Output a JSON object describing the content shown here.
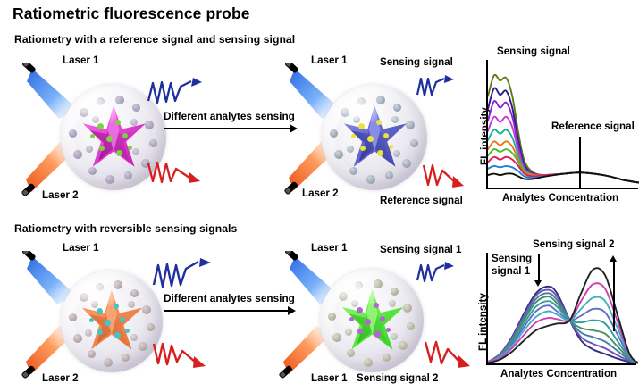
{
  "figure": {
    "title": "Ratiometric fluorescence probe",
    "row1_heading": "Ratiometry with a reference signal and sensing signal",
    "row2_heading": "Ratiometry with reversible sensing signals"
  },
  "row1": {
    "left_probe": {
      "laser1": "Laser 1",
      "laser2": "Laser 2",
      "core_color": "#d62bc8",
      "dot_color": "#7cd13f",
      "shell_dot_color": "#9a92ae"
    },
    "arrow_label": "Different analytes sensing",
    "right_probe": {
      "laser1": "Laser 1",
      "laser2": "Laser 2",
      "core_color": "#5c5fd0",
      "dot_color": "#e8e23c",
      "shell_dot_color": "#8e99ab",
      "signal_top": "Sensing signal",
      "signal_bottom": "Reference signal"
    },
    "waves": {
      "top_color": "#1f2f9e",
      "bottom_color": "#d81f1f"
    }
  },
  "row2": {
    "left_probe": {
      "laser1": "Laser 1",
      "laser2": "Laser 2",
      "core_color": "#f2884f",
      "dot_color": "#3fc6c6",
      "shell_dot_color": "#a79c9c"
    },
    "arrow_label": "Different analytes sensing",
    "right_probe": {
      "laser1": "Laser 1",
      "laser2": "Laser 1",
      "core_color": "#4ee83a",
      "dot_color": "#b464d6",
      "shell_dot_color": "#a8a89a",
      "signal_top": "Sensing signal 1",
      "signal_bottom": "Sensing signal 2"
    },
    "waves": {
      "top_color": "#1f2f9e",
      "bottom_color": "#d81f1f"
    }
  },
  "chart_data": [
    {
      "type": "line",
      "id": "chart-row1",
      "title": "",
      "xlabel": "Analytes Concentration",
      "ylabel": "FL intensity",
      "annotations": [
        {
          "text": "Sensing signal",
          "x": 0.12,
          "y": 0.98
        },
        {
          "text": "Reference signal",
          "x": 0.6,
          "y": 0.4
        }
      ],
      "reference_marker": {
        "x": 0.6,
        "y_from": 0.02,
        "y_to": 0.3
      },
      "grid": false,
      "legend": "none",
      "xlim": [
        0,
        1
      ],
      "ylim": [
        0,
        1
      ],
      "x": [
        0.0,
        0.04,
        0.08,
        0.12,
        0.16,
        0.2,
        0.24,
        0.3,
        0.38,
        0.5,
        0.6,
        0.7,
        0.8,
        0.9,
        1.0
      ],
      "series": [
        {
          "name": "curve-1",
          "color": "#5d7a12",
          "values": [
            0.72,
            0.88,
            0.84,
            0.86,
            0.72,
            0.44,
            0.22,
            0.13,
            0.11,
            0.12,
            0.13,
            0.12,
            0.1,
            0.07,
            0.05
          ]
        },
        {
          "name": "curve-2",
          "color": "#2a1d8c",
          "values": [
            0.62,
            0.78,
            0.73,
            0.76,
            0.63,
            0.38,
            0.19,
            0.12,
            0.11,
            0.12,
            0.13,
            0.12,
            0.1,
            0.07,
            0.05
          ]
        },
        {
          "name": "curve-3",
          "color": "#8d1fd6",
          "values": [
            0.53,
            0.68,
            0.63,
            0.67,
            0.56,
            0.34,
            0.17,
            0.12,
            0.11,
            0.12,
            0.13,
            0.12,
            0.1,
            0.07,
            0.05
          ]
        },
        {
          "name": "curve-4",
          "color": "#c13ad8",
          "values": [
            0.45,
            0.56,
            0.52,
            0.56,
            0.48,
            0.3,
            0.16,
            0.11,
            0.11,
            0.12,
            0.13,
            0.12,
            0.1,
            0.07,
            0.05
          ]
        },
        {
          "name": "curve-5",
          "color": "#17b58e",
          "values": [
            0.38,
            0.46,
            0.43,
            0.46,
            0.4,
            0.26,
            0.15,
            0.11,
            0.11,
            0.12,
            0.13,
            0.12,
            0.1,
            0.07,
            0.05
          ]
        },
        {
          "name": "curve-6",
          "color": "#e8761a",
          "values": [
            0.31,
            0.37,
            0.34,
            0.37,
            0.33,
            0.23,
            0.14,
            0.11,
            0.11,
            0.12,
            0.13,
            0.12,
            0.1,
            0.07,
            0.05
          ]
        },
        {
          "name": "curve-7",
          "color": "#52b82c",
          "values": [
            0.26,
            0.31,
            0.29,
            0.31,
            0.28,
            0.21,
            0.13,
            0.1,
            0.11,
            0.12,
            0.13,
            0.12,
            0.1,
            0.07,
            0.05
          ]
        },
        {
          "name": "curve-8",
          "color": "#e01b5e",
          "values": [
            0.21,
            0.25,
            0.23,
            0.25,
            0.23,
            0.18,
            0.12,
            0.1,
            0.11,
            0.12,
            0.13,
            0.12,
            0.1,
            0.07,
            0.05
          ]
        },
        {
          "name": "curve-9",
          "color": "#1e7fd6",
          "values": [
            0.16,
            0.18,
            0.17,
            0.18,
            0.17,
            0.14,
            0.1,
            0.09,
            0.1,
            0.12,
            0.13,
            0.12,
            0.1,
            0.07,
            0.05
          ]
        },
        {
          "name": "curve-10",
          "color": "#111111",
          "values": [
            0.11,
            0.12,
            0.11,
            0.12,
            0.12,
            0.1,
            0.08,
            0.08,
            0.1,
            0.12,
            0.13,
            0.12,
            0.1,
            0.07,
            0.05
          ]
        }
      ]
    },
    {
      "type": "line",
      "id": "chart-row2",
      "title": "",
      "xlabel": "Analytes Concentration",
      "ylabel": "FL intensity",
      "annotations": [
        {
          "text": "Sensing",
          "x": 0.1,
          "y": 0.88
        },
        {
          "text": "signal 1",
          "x": 0.1,
          "y": 0.76
        },
        {
          "text": "Sensing signal 2",
          "x": 0.52,
          "y": 1.02
        }
      ],
      "arrows": [
        {
          "name": "down-arrow",
          "direction": "down",
          "x": 0.33,
          "y_from": 0.92,
          "y_to": 0.6
        },
        {
          "name": "up-arrow",
          "direction": "up",
          "x": 0.9,
          "y_from": 0.18,
          "y_to": 0.8
        }
      ],
      "isosbestic_point": {
        "x": 0.545,
        "y": 0.4
      },
      "grid": false,
      "legend": "none",
      "xlim": [
        0,
        1
      ],
      "ylim": [
        0,
        1
      ],
      "x": [
        0.0,
        0.08,
        0.16,
        0.24,
        0.32,
        0.4,
        0.46,
        0.545,
        0.62,
        0.7,
        0.78,
        0.86,
        0.94,
        1.0
      ],
      "series": [
        {
          "name": "curve-1",
          "color": "#2f2f7a",
          "values": [
            0.03,
            0.1,
            0.25,
            0.46,
            0.64,
            0.7,
            0.64,
            0.4,
            0.22,
            0.14,
            0.1,
            0.06,
            0.03,
            0.02
          ]
        },
        {
          "name": "curve-2",
          "color": "#6f4fc0",
          "values": [
            0.03,
            0.1,
            0.24,
            0.44,
            0.62,
            0.67,
            0.61,
            0.4,
            0.25,
            0.19,
            0.15,
            0.09,
            0.04,
            0.02
          ]
        },
        {
          "name": "curve-3",
          "color": "#3f7fa8",
          "values": [
            0.03,
            0.09,
            0.23,
            0.42,
            0.59,
            0.64,
            0.58,
            0.4,
            0.29,
            0.25,
            0.21,
            0.13,
            0.05,
            0.02
          ]
        },
        {
          "name": "curve-4",
          "color": "#4f8f5f",
          "values": [
            0.03,
            0.09,
            0.22,
            0.4,
            0.56,
            0.61,
            0.55,
            0.4,
            0.33,
            0.31,
            0.28,
            0.17,
            0.06,
            0.02
          ]
        },
        {
          "name": "curve-5",
          "color": "#2f9f9f",
          "values": [
            0.03,
            0.08,
            0.2,
            0.37,
            0.52,
            0.57,
            0.52,
            0.4,
            0.38,
            0.4,
            0.37,
            0.22,
            0.07,
            0.02
          ]
        },
        {
          "name": "curve-6",
          "color": "#5f6fd0",
          "values": [
            0.03,
            0.08,
            0.19,
            0.34,
            0.48,
            0.53,
            0.48,
            0.4,
            0.44,
            0.5,
            0.47,
            0.28,
            0.08,
            0.02
          ]
        },
        {
          "name": "curve-7",
          "color": "#3fb0c0",
          "values": [
            0.03,
            0.07,
            0.17,
            0.31,
            0.43,
            0.48,
            0.45,
            0.4,
            0.5,
            0.6,
            0.57,
            0.34,
            0.09,
            0.02
          ]
        },
        {
          "name": "curve-8",
          "color": "#d040b0",
          "values": [
            0.03,
            0.06,
            0.15,
            0.27,
            0.38,
            0.42,
            0.41,
            0.4,
            0.57,
            0.72,
            0.68,
            0.4,
            0.1,
            0.02
          ]
        },
        {
          "name": "curve-9",
          "color": "#222222",
          "values": [
            0.02,
            0.05,
            0.12,
            0.22,
            0.31,
            0.35,
            0.37,
            0.4,
            0.64,
            0.85,
            0.8,
            0.46,
            0.11,
            0.02
          ]
        }
      ]
    }
  ]
}
